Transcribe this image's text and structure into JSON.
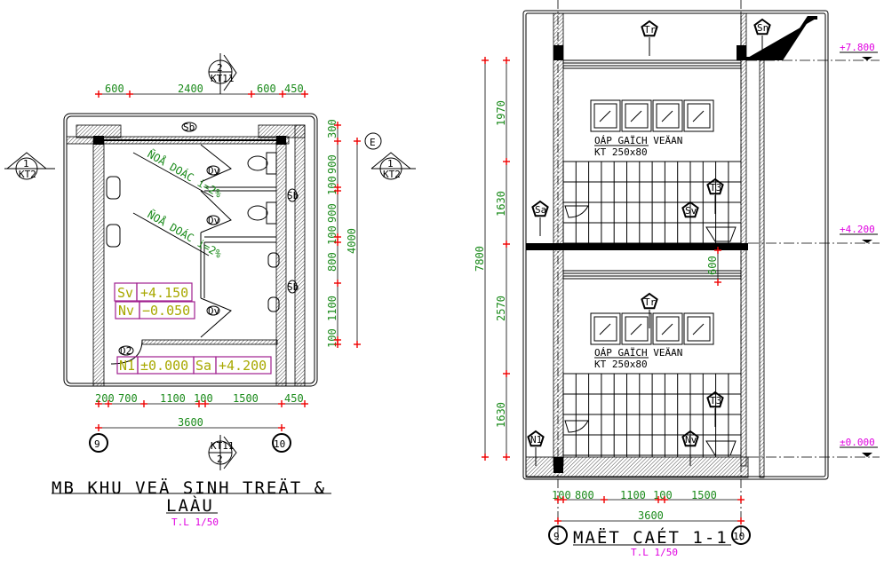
{
  "colors": {
    "dimension": "#1a8a1a",
    "level": "#e000e0",
    "tag_text": "#a8a800",
    "tag_border": "#a0208f",
    "tick": "#ee0000"
  },
  "plan": {
    "title_line1": "MB KHU VEÄ SINH TREÄT &",
    "title_line2": "LAÀU",
    "scale": "T.L 1/50",
    "top_dims": [
      "600",
      "2400",
      "600",
      "450"
    ],
    "right_dims": [
      "300",
      "900",
      "100",
      "900",
      "100",
      "800",
      "1100",
      "100"
    ],
    "right_total": "4000",
    "bottom_dims": [
      "200",
      "700",
      "1100",
      "100",
      "1500",
      "450"
    ],
    "bottom_total": "3600",
    "axes": [
      "9",
      "10"
    ],
    "section_top": {
      "num": "2",
      "sheet": "KT11"
    },
    "section_bottom": {
      "num": "2",
      "sheet": "KT11"
    },
    "section_left": {
      "num": "1",
      "sheet": "KT2"
    },
    "section_right": {
      "num": "1",
      "sheet": "KT2"
    },
    "axis_right": "E",
    "slope_note": "ÑOÅ DOÁC i=2%",
    "tags": [
      "Sb",
      "Dv",
      "Dv",
      "Dv",
      "Sb",
      "Sb",
      "D2"
    ],
    "level_boxes": [
      {
        "label": "Sv",
        "value": "+4.150"
      },
      {
        "label": "Nv",
        "value": "−0.050"
      },
      {
        "label": "N1",
        "value": "±0.000"
      },
      {
        "label": "Sa",
        "value": "+4.200"
      }
    ]
  },
  "section": {
    "title": "MAËT CAÉT 1-1",
    "scale": "T.L 1/50",
    "levels": [
      "+7.800",
      "+4.200",
      "±0.000"
    ],
    "left_dims": [
      "1970",
      "1630",
      "2570",
      "1630"
    ],
    "left_total": "7800",
    "bottom_dims": [
      "100",
      "800",
      "1100",
      "100",
      "1500"
    ],
    "bottom_total": "3600",
    "inner_dim": "600",
    "axes": [
      "9",
      "10"
    ],
    "tile_note_line1": "OÁP GAÏCH VEÄAN",
    "tile_note_line2": "KT 250x80",
    "tags": [
      "Tr",
      "Sn",
      "Sa",
      "T3",
      "Sv",
      "Tr",
      "T3",
      "N1",
      "Nv"
    ]
  }
}
